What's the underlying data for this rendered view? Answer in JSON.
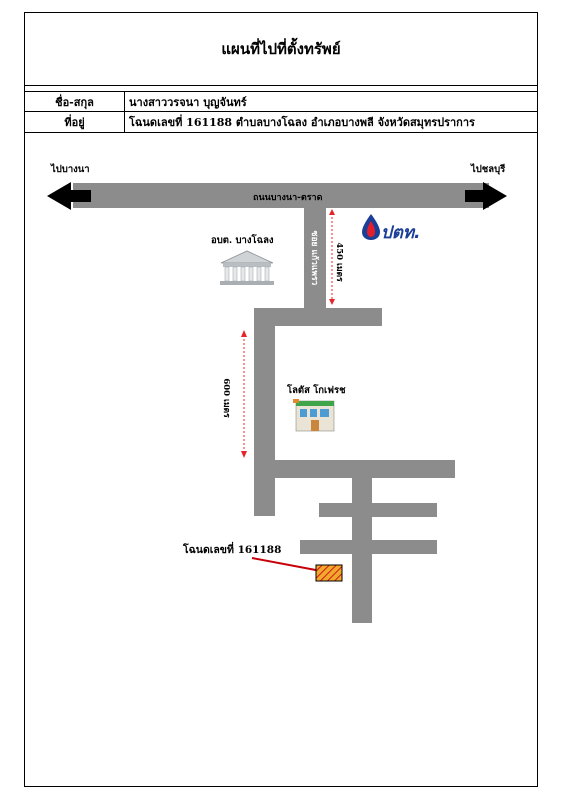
{
  "title": "แผนที่ไปที่ตั้งทรัพย์",
  "info": {
    "name_label": "ชื่อ-สกุล",
    "name_value": "นางสาววรจนา บุญจันทร์",
    "address_label": "ที่อยู่",
    "address_value": "โฉนดเลขที่ 161188 ตำบลบางโฉลง อำเภอบางพลี จังหวัดสมุทรปราการ"
  },
  "map": {
    "direction_left": "ไปบางนา",
    "direction_right": "ไปชลบุรี",
    "main_road": "ถนนบางนา-ตราด",
    "soi_name": "ซอย แก้วแพรว",
    "distance_top": "450 เมตร",
    "distance_mid": "600 เมตร",
    "landmark_office": "อบต. บางโฉลง",
    "landmark_store": "โลตัส โกเฟรช",
    "ptt_logo": "ปตท.",
    "deed_label": "โฉนดเลขที่ 161188",
    "colors": {
      "road": "#8c8c8c",
      "distance_arrow": "#e8242a",
      "pointer": "#c8000a",
      "plot_fill": "#f0a92a",
      "ptt_blue": "#1b3f97"
    },
    "icons": [
      "left-arrow-icon",
      "right-arrow-icon",
      "government-building-icon",
      "store-icon",
      "ptt-logo-icon",
      "property-plot-icon"
    ]
  }
}
